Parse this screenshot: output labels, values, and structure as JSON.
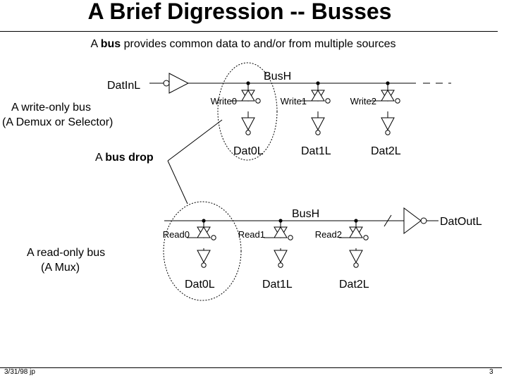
{
  "title": "A Brief Digression -- Busses",
  "subtitle": {
    "pre": "A ",
    "bold": "bus",
    "post": " provides common data to and/or from multiple sources"
  },
  "write_bus": {
    "description_line1": "A write-only bus",
    "description_line2": "(A Demux or Selector)",
    "input_label": "DatInL",
    "bus_label": "BusH",
    "enables": [
      "Write0",
      "Write1",
      "Write2"
    ],
    "outputs": [
      "Dat0L",
      "Dat1L",
      "Dat2L"
    ]
  },
  "bus_drop": {
    "pre": "A ",
    "bold": "bus drop"
  },
  "read_bus": {
    "description_line1": "A read-only bus",
    "description_line2": "(A Mux)",
    "bus_label": "BusH",
    "output_label": "DatOutL",
    "enables": [
      "Read0",
      "Read1",
      "Read2"
    ],
    "inputs": [
      "Dat0L",
      "Dat1L",
      "Dat2L"
    ]
  },
  "footer": {
    "date": "3/31/98 jp",
    "page": "3"
  }
}
